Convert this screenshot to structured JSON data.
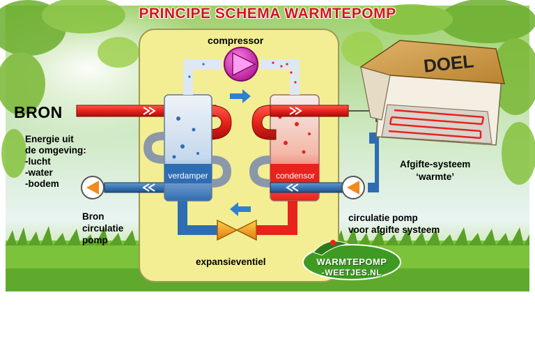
{
  "title": "PRINCIPE SCHEMA WARMTEPOMP",
  "labels": {
    "compressor": "compressor",
    "bron": "BRON",
    "energie": [
      "Energie uit",
      "de omgeving:",
      "-lucht",
      "-water",
      "-bodem"
    ],
    "bron_pomp": [
      "Bron",
      "circulatie",
      "pomp"
    ],
    "verdamper": "verdamper",
    "condensor": "condensor",
    "doel": "DOEL",
    "afgifte": [
      "Afgifte-systeem",
      "‘warmte’"
    ],
    "circulatie_pomp": [
      "circulatie pomp",
      "voor afgifte systeem"
    ],
    "expansieventiel": "expansieventiel"
  },
  "logo": {
    "line1": "WARMTEPOMP",
    "line2": "-WEETJES.NL"
  },
  "colors": {
    "hot": "#e8221c",
    "cold": "#2f6db3",
    "gas_light": "#dde8f3",
    "housing": "#f3ee93",
    "title": "#d4151b",
    "pump": "#f18a1c"
  }
}
